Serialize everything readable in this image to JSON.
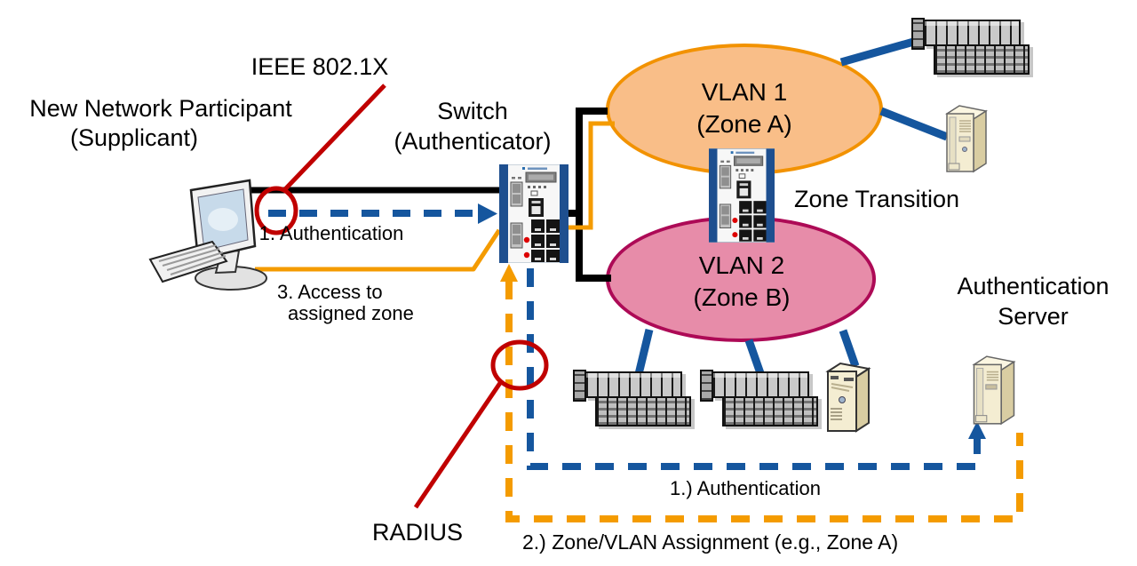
{
  "diagram": {
    "title_context": "IEEE 802.1X port authentication with RADIUS zone assignment",
    "labels": {
      "ieee": "IEEE 802.1X",
      "participant_line1": "New Network Participant",
      "participant_line2": "(Supplicant)",
      "switch_line1": "Switch",
      "switch_line2": "(Authenticator)",
      "vlan1_line1": "VLAN 1",
      "vlan1_line2": "(Zone A)",
      "vlan2_line1": "VLAN 2",
      "vlan2_line2": "(Zone B)",
      "zone_transition": "Zone Transition",
      "auth_server_line1": "Authentication",
      "auth_server_line2": "Server",
      "radius": "RADIUS"
    },
    "steps": {
      "authentication_top": "1. Authentication",
      "access_line1": "3. Access to",
      "access_line2": "assigned zone",
      "authentication_bottom": "1.) Authentication",
      "zone_assignment": "2.) Zone/VLAN Assignment (e.g., Zone A)"
    },
    "colors": {
      "line_blue": "#15569E",
      "line_orange": "#F49B00",
      "annotation_red": "#C00000",
      "line_black": "#000000",
      "vlan1_fill": "#F9BE88",
      "vlan1_stroke": "#F29200",
      "vlan2_fill": "#E78CA9",
      "vlan2_stroke": "#AD0A56"
    },
    "icons": {
      "supplicant": "desktop-computer-icon",
      "authenticator": "industrial-switch-icon",
      "zone_transition": "industrial-switch-icon",
      "vlan1_devices": [
        "plc-rack-icon",
        "server-tower-icon"
      ],
      "vlan2_devices": [
        "plc-rack-icon",
        "plc-rack-icon",
        "server-tower-icon"
      ],
      "authentication_server": "server-tower-icon"
    }
  }
}
